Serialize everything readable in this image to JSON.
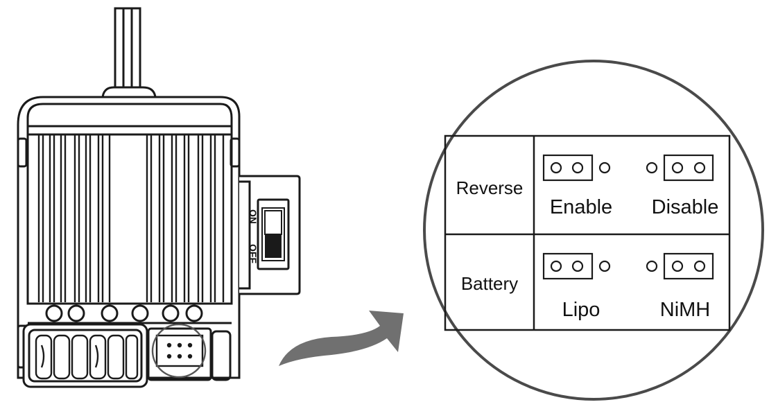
{
  "esc": {
    "switch_on_label": "ON",
    "switch_off_label": "OFF"
  },
  "table": {
    "rows": [
      {
        "label": "Reverse",
        "options": [
          {
            "name": "Enable",
            "jumper": "left"
          },
          {
            "name": "Disable",
            "jumper": "right"
          }
        ]
      },
      {
        "label": "Battery",
        "options": [
          {
            "name": "Lipo",
            "jumper": "left"
          },
          {
            "name": "NiMH",
            "jumper": "right"
          }
        ]
      }
    ]
  },
  "colors": {
    "line": "#1a1a1a",
    "arrow": "#707070",
    "circle": "#4a4a4a"
  }
}
